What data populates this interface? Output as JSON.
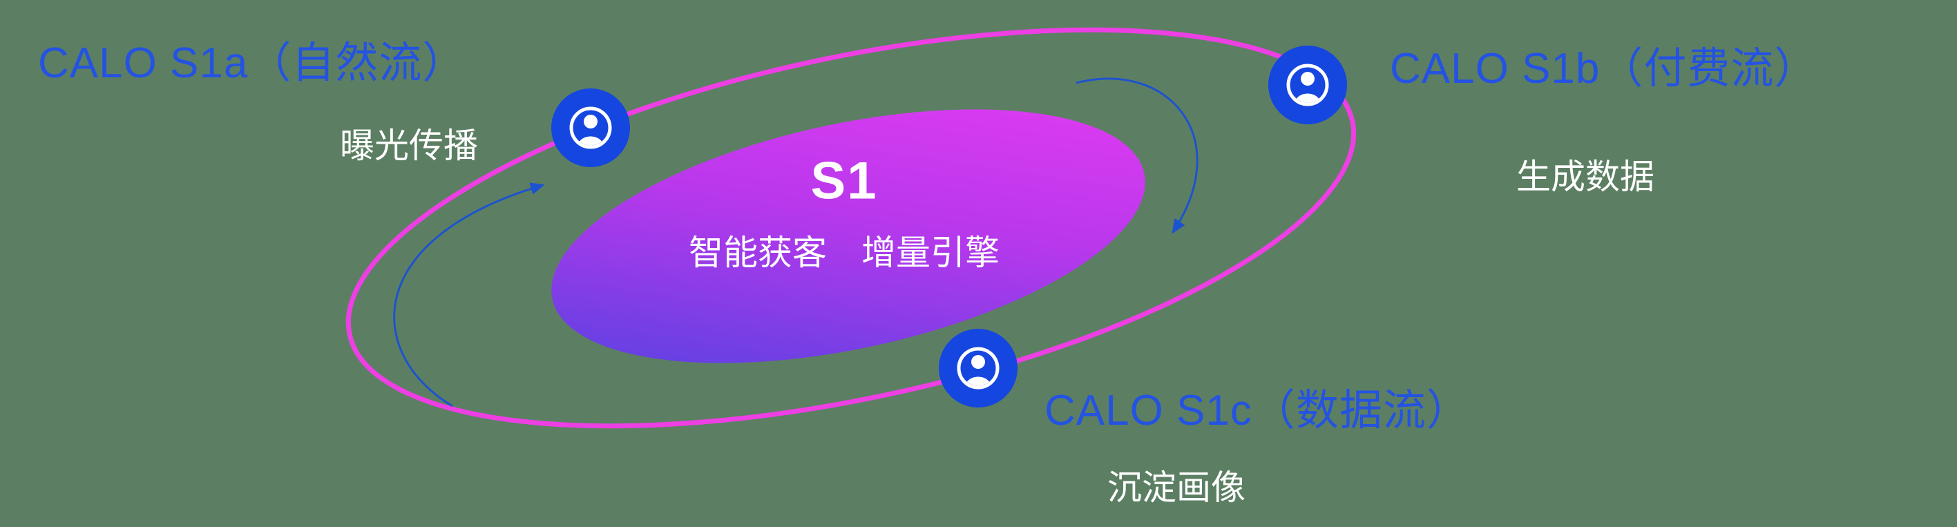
{
  "center": {
    "title": "S1",
    "subtitle": "智能获客　增量引擎"
  },
  "labels": {
    "s1a": {
      "title": "CALO S1a（自然流）",
      "subtitle": "曝光传播"
    },
    "s1b": {
      "title": "CALO S1b（付费流）",
      "subtitle": "生成数据"
    },
    "s1c": {
      "title": "CALO S1c（数据流）",
      "subtitle": "沉淀画像"
    }
  },
  "icons": {
    "node_icon": "user-icon"
  },
  "colors": {
    "background": "#5c7f63",
    "ring": "#ee3fe4",
    "node": "#1546df",
    "label": "#2453e2",
    "subtitle": "#ffffff",
    "arrow": "#1d53cf",
    "grad-start": "#4b43e0",
    "grad-mid": "#b838ec",
    "grad-end": "#e83cf2"
  }
}
